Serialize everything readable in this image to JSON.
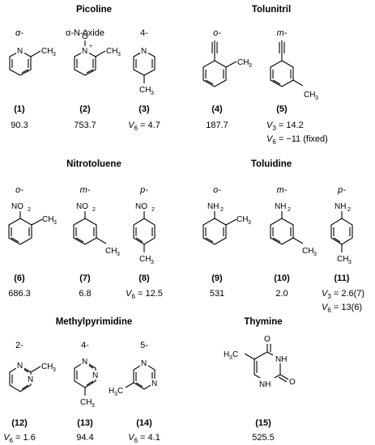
{
  "groups": {
    "picoline": "Picoline",
    "tolunitril": "Tolunitril",
    "nitrotoluene": "Nitrotoluene",
    "toluidine": "Toluidine",
    "methylpyrimidine": "Methylpyrimidine",
    "thymine": "Thymine"
  },
  "compounds": [
    {
      "pos": "α-",
      "num": "(1)",
      "val": "90.3"
    },
    {
      "pos": "α-N-oxide",
      "num": "(2)",
      "val": "753.7"
    },
    {
      "pos": "4-",
      "num": "(3)",
      "val_v": "V",
      "val_sub": "6",
      "val_rest": " = 4.7"
    },
    {
      "pos": "o-",
      "num": "(4)",
      "val": "187.7"
    },
    {
      "pos": "m-",
      "num": "(5)",
      "val1_sub": "3",
      "val1_rest": " = 14.2",
      "val2_sub": "6",
      "val2_rest": " = −11 (fixed)"
    },
    {
      "pos": "o-",
      "num": "(6)",
      "val": "686.3"
    },
    {
      "pos": "m-",
      "num": "(7)",
      "val": "6.8"
    },
    {
      "pos": "p-",
      "num": "(8)",
      "val_sub": "6",
      "val_rest": " = 12.5"
    },
    {
      "pos": "o-",
      "num": "(9)",
      "val": "531"
    },
    {
      "pos": "m-",
      "num": "(10)",
      "val": "2.0"
    },
    {
      "pos": "p-",
      "num": "(11)",
      "val1_sub": "3",
      "val1_rest": " = 2.6(7)",
      "val2_sub": "6",
      "val2_rest": " = 13(6)"
    },
    {
      "pos": "2-",
      "num": "(12)",
      "val_sub": "6",
      "val_rest": " = 1.6"
    },
    {
      "pos": "4-",
      "num": "(13)",
      "val": "94.4"
    },
    {
      "pos": "5-",
      "num": "(14)",
      "val_sub": "6",
      "val_rest": " = 4.1"
    },
    {
      "num": "(15)",
      "val": "525.5"
    }
  ],
  "labels": {
    "ch3": "CH",
    "three": "3",
    "n": "N",
    "o": "O",
    "plus": "+",
    "no2": "NO",
    "two": "2",
    "nh2": "NH",
    "h3c": "H",
    "c": "C",
    "nh": "NH",
    "v": "V"
  }
}
